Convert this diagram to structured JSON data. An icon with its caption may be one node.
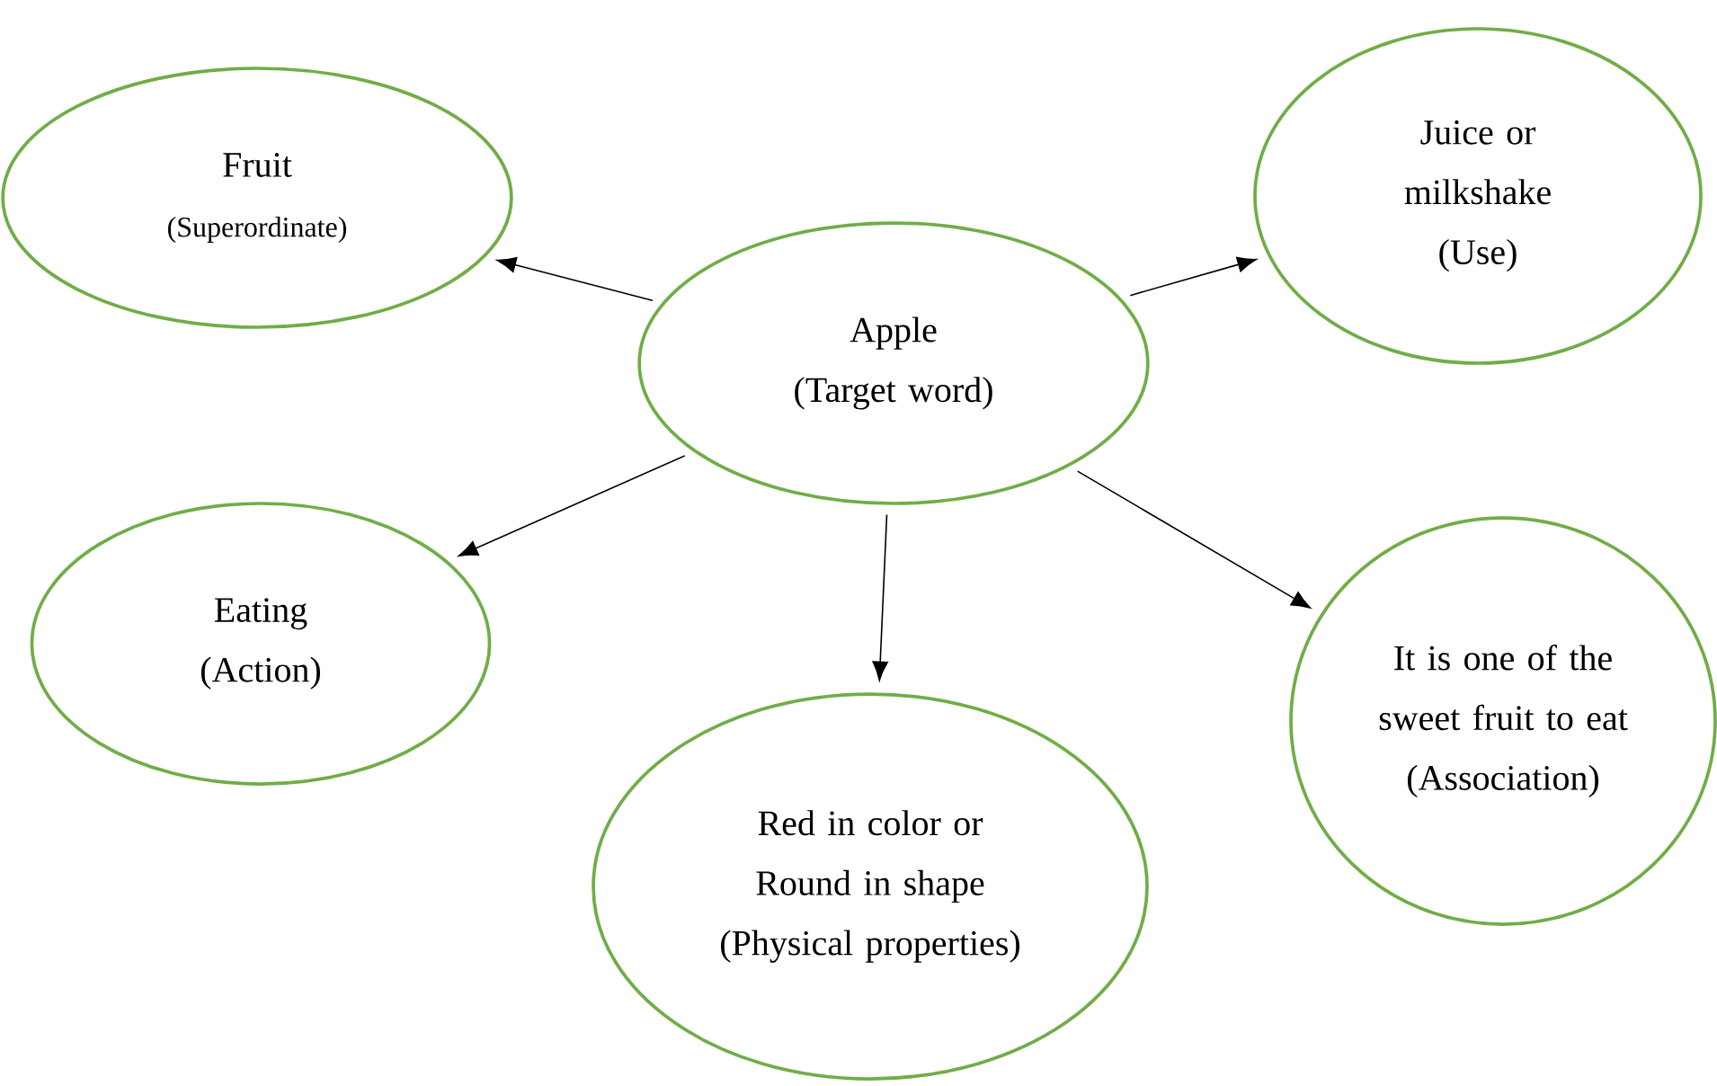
{
  "diagram": {
    "nodes": [
      {
        "text": [
          "Fruit",
          "(Superordinate)"
        ]
      },
      {
        "text": [
          "Apple",
          "(Target word)"
        ]
      },
      {
        "text": [
          "Juice or milkshake",
          "(Use)"
        ]
      },
      {
        "text": [
          "Eating",
          "(Action)"
        ]
      },
      {
        "text": [
          "It is one of the sweet fruit to eat",
          "(Association)"
        ]
      },
      {
        "text": [
          "Red in color or Round in shape",
          "(Physical properties)"
        ]
      }
    ],
    "edges": [
      {
        "from": 1,
        "to": 0,
        "arrow": "to"
      },
      {
        "from": 1,
        "to": 2,
        "arrow": "to"
      },
      {
        "from": 1,
        "to": 3,
        "arrow": "to"
      },
      {
        "from": 1,
        "to": 4,
        "arrow": "to"
      },
      {
        "from": 1,
        "to": 5,
        "arrow": "to"
      }
    ]
  }
}
